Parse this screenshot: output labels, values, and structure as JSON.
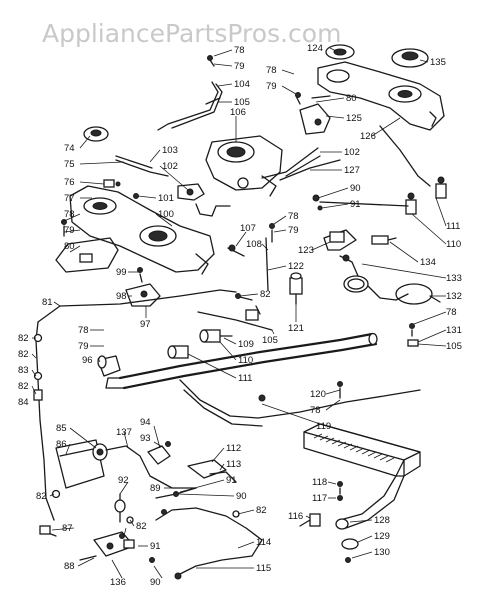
{
  "watermark": "AppliancePartsPros.com",
  "callouts": [
    {
      "id": "c78a",
      "label": "78"
    },
    {
      "id": "c79a",
      "label": "79"
    },
    {
      "id": "c104",
      "label": "104"
    },
    {
      "id": "c105a",
      "label": "105"
    },
    {
      "id": "c124",
      "label": "124"
    },
    {
      "id": "c135",
      "label": "135"
    },
    {
      "id": "c78b",
      "label": "78"
    },
    {
      "id": "c79b",
      "label": "79"
    },
    {
      "id": "c80a",
      "label": "80"
    },
    {
      "id": "c125",
      "label": "125"
    },
    {
      "id": "c126",
      "label": "126"
    },
    {
      "id": "c106",
      "label": "106"
    },
    {
      "id": "c102a",
      "label": "102"
    },
    {
      "id": "c127",
      "label": "127"
    },
    {
      "id": "c74",
      "label": "74"
    },
    {
      "id": "c75",
      "label": "75"
    },
    {
      "id": "c76",
      "label": "76"
    },
    {
      "id": "c77",
      "label": "77"
    },
    {
      "id": "c78c",
      "label": "78"
    },
    {
      "id": "c79c",
      "label": "79"
    },
    {
      "id": "c80b",
      "label": "80"
    },
    {
      "id": "c103",
      "label": "103"
    },
    {
      "id": "c102b",
      "label": "102"
    },
    {
      "id": "c101",
      "label": "101"
    },
    {
      "id": "c100",
      "label": "100"
    },
    {
      "id": "c90a",
      "label": "90"
    },
    {
      "id": "c91a",
      "label": "91"
    },
    {
      "id": "c111a",
      "label": "111"
    },
    {
      "id": "c110a",
      "label": "110"
    },
    {
      "id": "c107",
      "label": "107"
    },
    {
      "id": "c78d",
      "label": "78"
    },
    {
      "id": "c79d",
      "label": "79"
    },
    {
      "id": "c108",
      "label": "108"
    },
    {
      "id": "c123",
      "label": "123"
    },
    {
      "id": "c134",
      "label": "134"
    },
    {
      "id": "c122",
      "label": "122"
    },
    {
      "id": "c133",
      "label": "133"
    },
    {
      "id": "c99",
      "label": "99"
    },
    {
      "id": "c98",
      "label": "98"
    },
    {
      "id": "c97",
      "label": "97"
    },
    {
      "id": "c81",
      "label": "81"
    },
    {
      "id": "c82a",
      "label": "82"
    },
    {
      "id": "c82b",
      "label": "82"
    },
    {
      "id": "c121",
      "label": "121"
    },
    {
      "id": "c132",
      "label": "132"
    },
    {
      "id": "c78e",
      "label": "78"
    },
    {
      "id": "c131",
      "label": "131"
    },
    {
      "id": "c105b",
      "label": "105"
    },
    {
      "id": "c105c",
      "label": "105"
    },
    {
      "id": "c78f",
      "label": "78"
    },
    {
      "id": "c79e",
      "label": "79"
    },
    {
      "id": "c82c",
      "label": "82"
    },
    {
      "id": "c83",
      "label": "83"
    },
    {
      "id": "c96",
      "label": "96"
    },
    {
      "id": "c109",
      "label": "109"
    },
    {
      "id": "c110b",
      "label": "110"
    },
    {
      "id": "c82d",
      "label": "82"
    },
    {
      "id": "c84",
      "label": "84"
    },
    {
      "id": "c111b",
      "label": "111"
    },
    {
      "id": "c120",
      "label": "120"
    },
    {
      "id": "c78g",
      "label": "78"
    },
    {
      "id": "c119",
      "label": "119"
    },
    {
      "id": "c94",
      "label": "94"
    },
    {
      "id": "c93",
      "label": "93"
    },
    {
      "id": "c85",
      "label": "85"
    },
    {
      "id": "c137",
      "label": "137"
    },
    {
      "id": "c86",
      "label": "86"
    },
    {
      "id": "c112",
      "label": "112"
    },
    {
      "id": "c113",
      "label": "113"
    },
    {
      "id": "c89",
      "label": "89"
    },
    {
      "id": "c92",
      "label": "92"
    },
    {
      "id": "c91b",
      "label": "91"
    },
    {
      "id": "c90b",
      "label": "90"
    },
    {
      "id": "c118",
      "label": "118"
    },
    {
      "id": "c117",
      "label": "117"
    },
    {
      "id": "c82e",
      "label": "82"
    },
    {
      "id": "c82f",
      "label": "82"
    },
    {
      "id": "c116",
      "label": "116"
    },
    {
      "id": "c128",
      "label": "128"
    },
    {
      "id": "c87",
      "label": "87"
    },
    {
      "id": "c82g",
      "label": "82"
    },
    {
      "id": "c114",
      "label": "114"
    },
    {
      "id": "c129",
      "label": "129"
    },
    {
      "id": "c88",
      "label": "88"
    },
    {
      "id": "c91c",
      "label": "91"
    },
    {
      "id": "c136",
      "label": "136"
    },
    {
      "id": "c90c",
      "label": "90"
    },
    {
      "id": "c115",
      "label": "115"
    },
    {
      "id": "c130",
      "label": "130"
    }
  ]
}
